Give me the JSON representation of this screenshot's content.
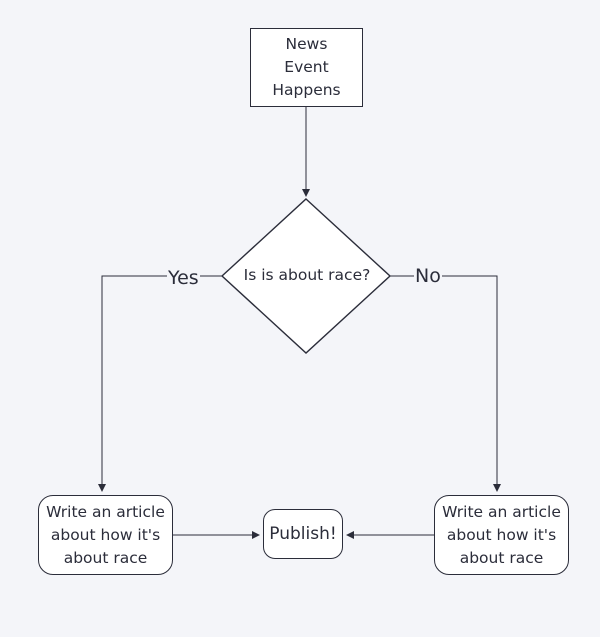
{
  "nodes": {
    "start": {
      "lines": [
        "News",
        "Event",
        "Happens"
      ]
    },
    "decision": {
      "label": "Is is about race?"
    },
    "left": {
      "lines": [
        "Write an article",
        "about how it's",
        "about race"
      ]
    },
    "right": {
      "lines": [
        "Write an article",
        "about how it's",
        "about race"
      ]
    },
    "publish": {
      "label": "Publish!"
    }
  },
  "edges": {
    "yes": "Yes",
    "no": "No"
  },
  "colors": {
    "background": "#f4f5f9",
    "stroke": "#2b2d3a",
    "fill": "#ffffff"
  }
}
